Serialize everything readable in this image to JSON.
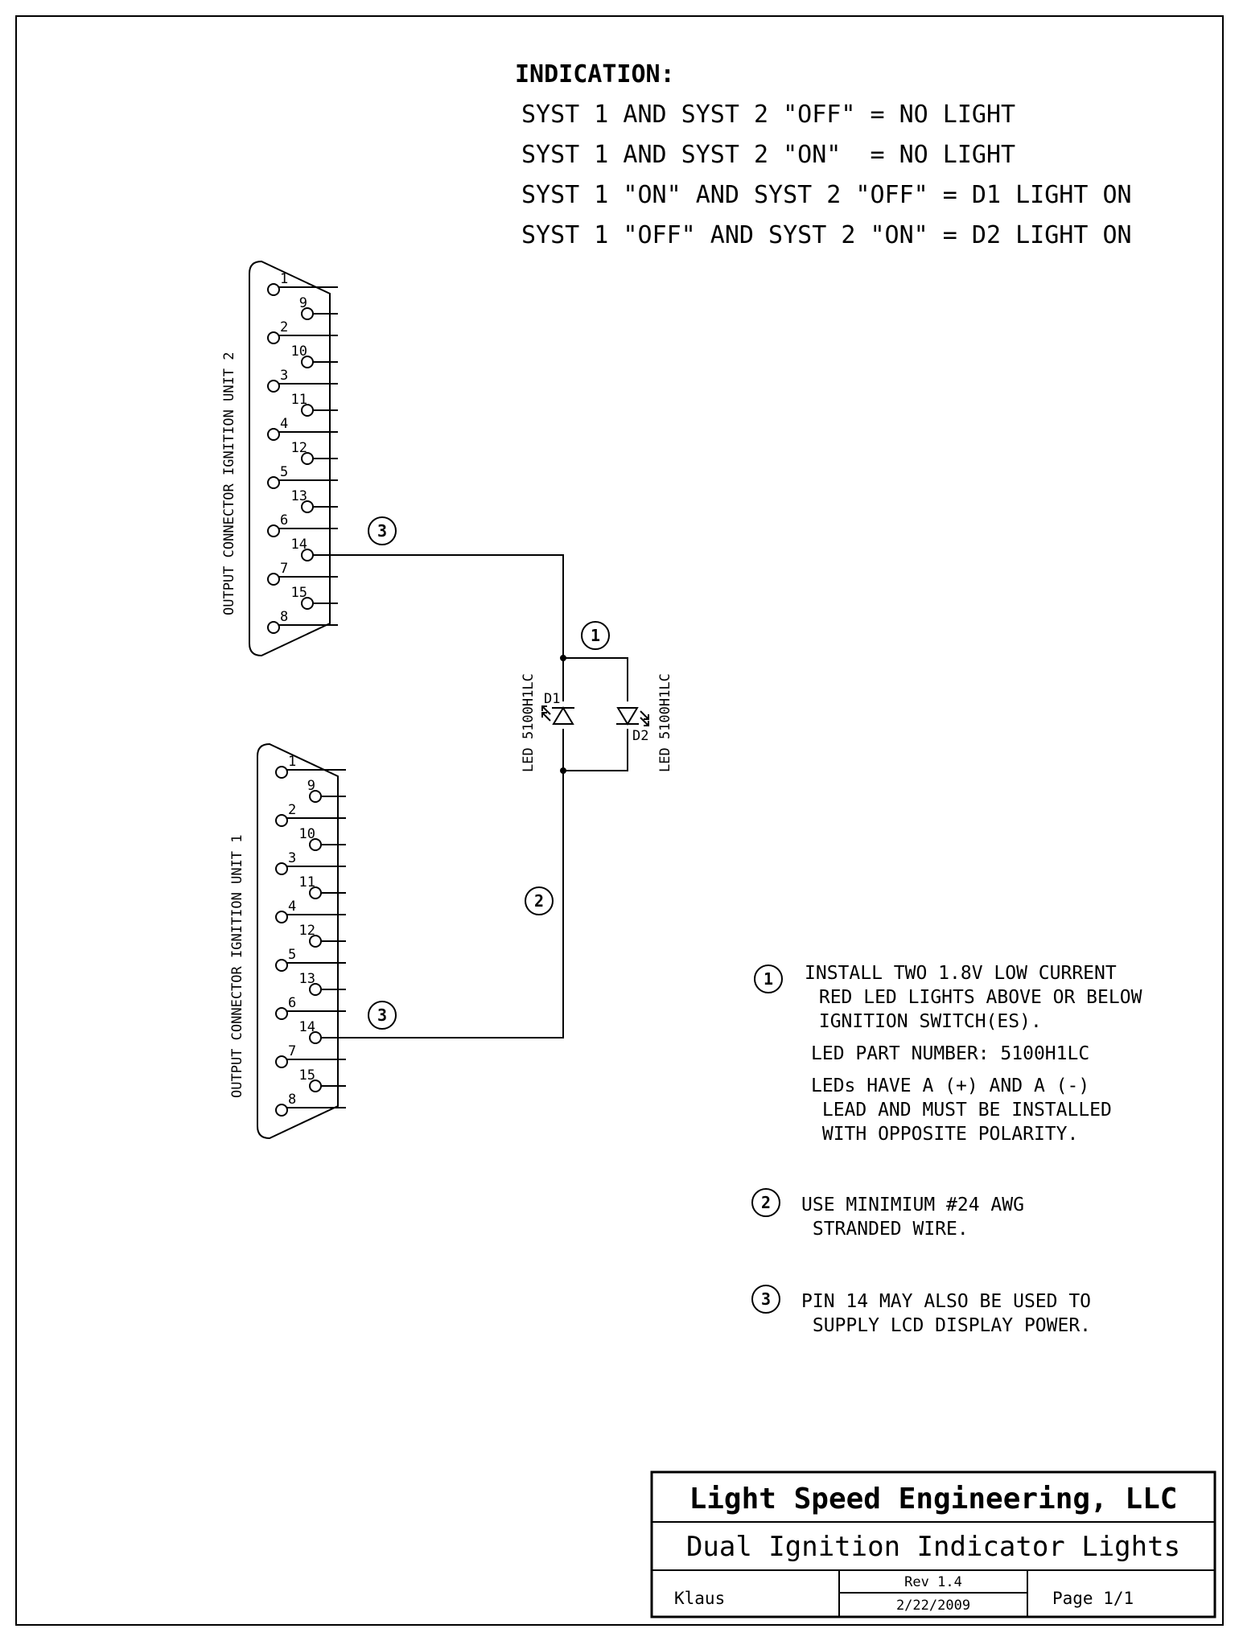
{
  "indication": {
    "title": "INDICATION:",
    "lines": [
      "SYST 1 AND SYST 2 \"OFF\" = NO LIGHT",
      "SYST 1 AND SYST 2 \"ON\"  = NO LIGHT",
      "SYST 1 \"ON\" AND SYST 2 \"OFF\" = D1 LIGHT ON",
      "SYST 1 \"OFF\" AND SYST 2 \"ON\" = D2 LIGHT ON"
    ]
  },
  "connectors": [
    {
      "label": "OUTPUT CONNECTOR IGNITION UNIT 2",
      "top_pins": [
        "1",
        "2",
        "3",
        "4",
        "5",
        "6",
        "7",
        "8"
      ],
      "bottom_pins": [
        "9",
        "10",
        "11",
        "12",
        "13",
        "14",
        "15"
      ]
    },
    {
      "label": "OUTPUT CONNECTOR IGNITION UNIT 1",
      "top_pins": [
        "1",
        "2",
        "3",
        "4",
        "5",
        "6",
        "7",
        "8"
      ],
      "bottom_pins": [
        "9",
        "10",
        "11",
        "12",
        "13",
        "14",
        "15"
      ]
    }
  ],
  "leds": {
    "d1": {
      "ref": "D1",
      "part": "LED 5100H1LC"
    },
    "d2": {
      "ref": "D2",
      "part": "LED 5100H1LC"
    }
  },
  "bubbles": {
    "b1": "1",
    "b2": "2",
    "b3": "3"
  },
  "notes": [
    {
      "num": "1",
      "lines": [
        "INSTALL TWO 1.8V LOW CURRENT",
        " RED LED LIGHTS ABOVE OR BELOW",
        " IGNITION SWITCH(ES).",
        "LED PART NUMBER: 5100H1LC",
        "LEDs HAVE A (+) AND A (-)",
        " LEAD AND MUST BE INSTALLED",
        " WITH OPPOSITE POLARITY."
      ]
    },
    {
      "num": "2",
      "lines": [
        "USE MINIMIUM #24 AWG",
        " STRANDED WIRE."
      ]
    },
    {
      "num": "3",
      "lines": [
        "PIN 14 MAY ALSO BE USED TO",
        " SUPPLY LCD DISPLAY POWER."
      ]
    }
  ],
  "title_block": {
    "company": "Light Speed Engineering, LLC",
    "drawing_title": "Dual Ignition Indicator Lights",
    "author": "Klaus",
    "rev": "Rev 1.4",
    "date": "2/22/2009",
    "page": "Page 1/1"
  }
}
